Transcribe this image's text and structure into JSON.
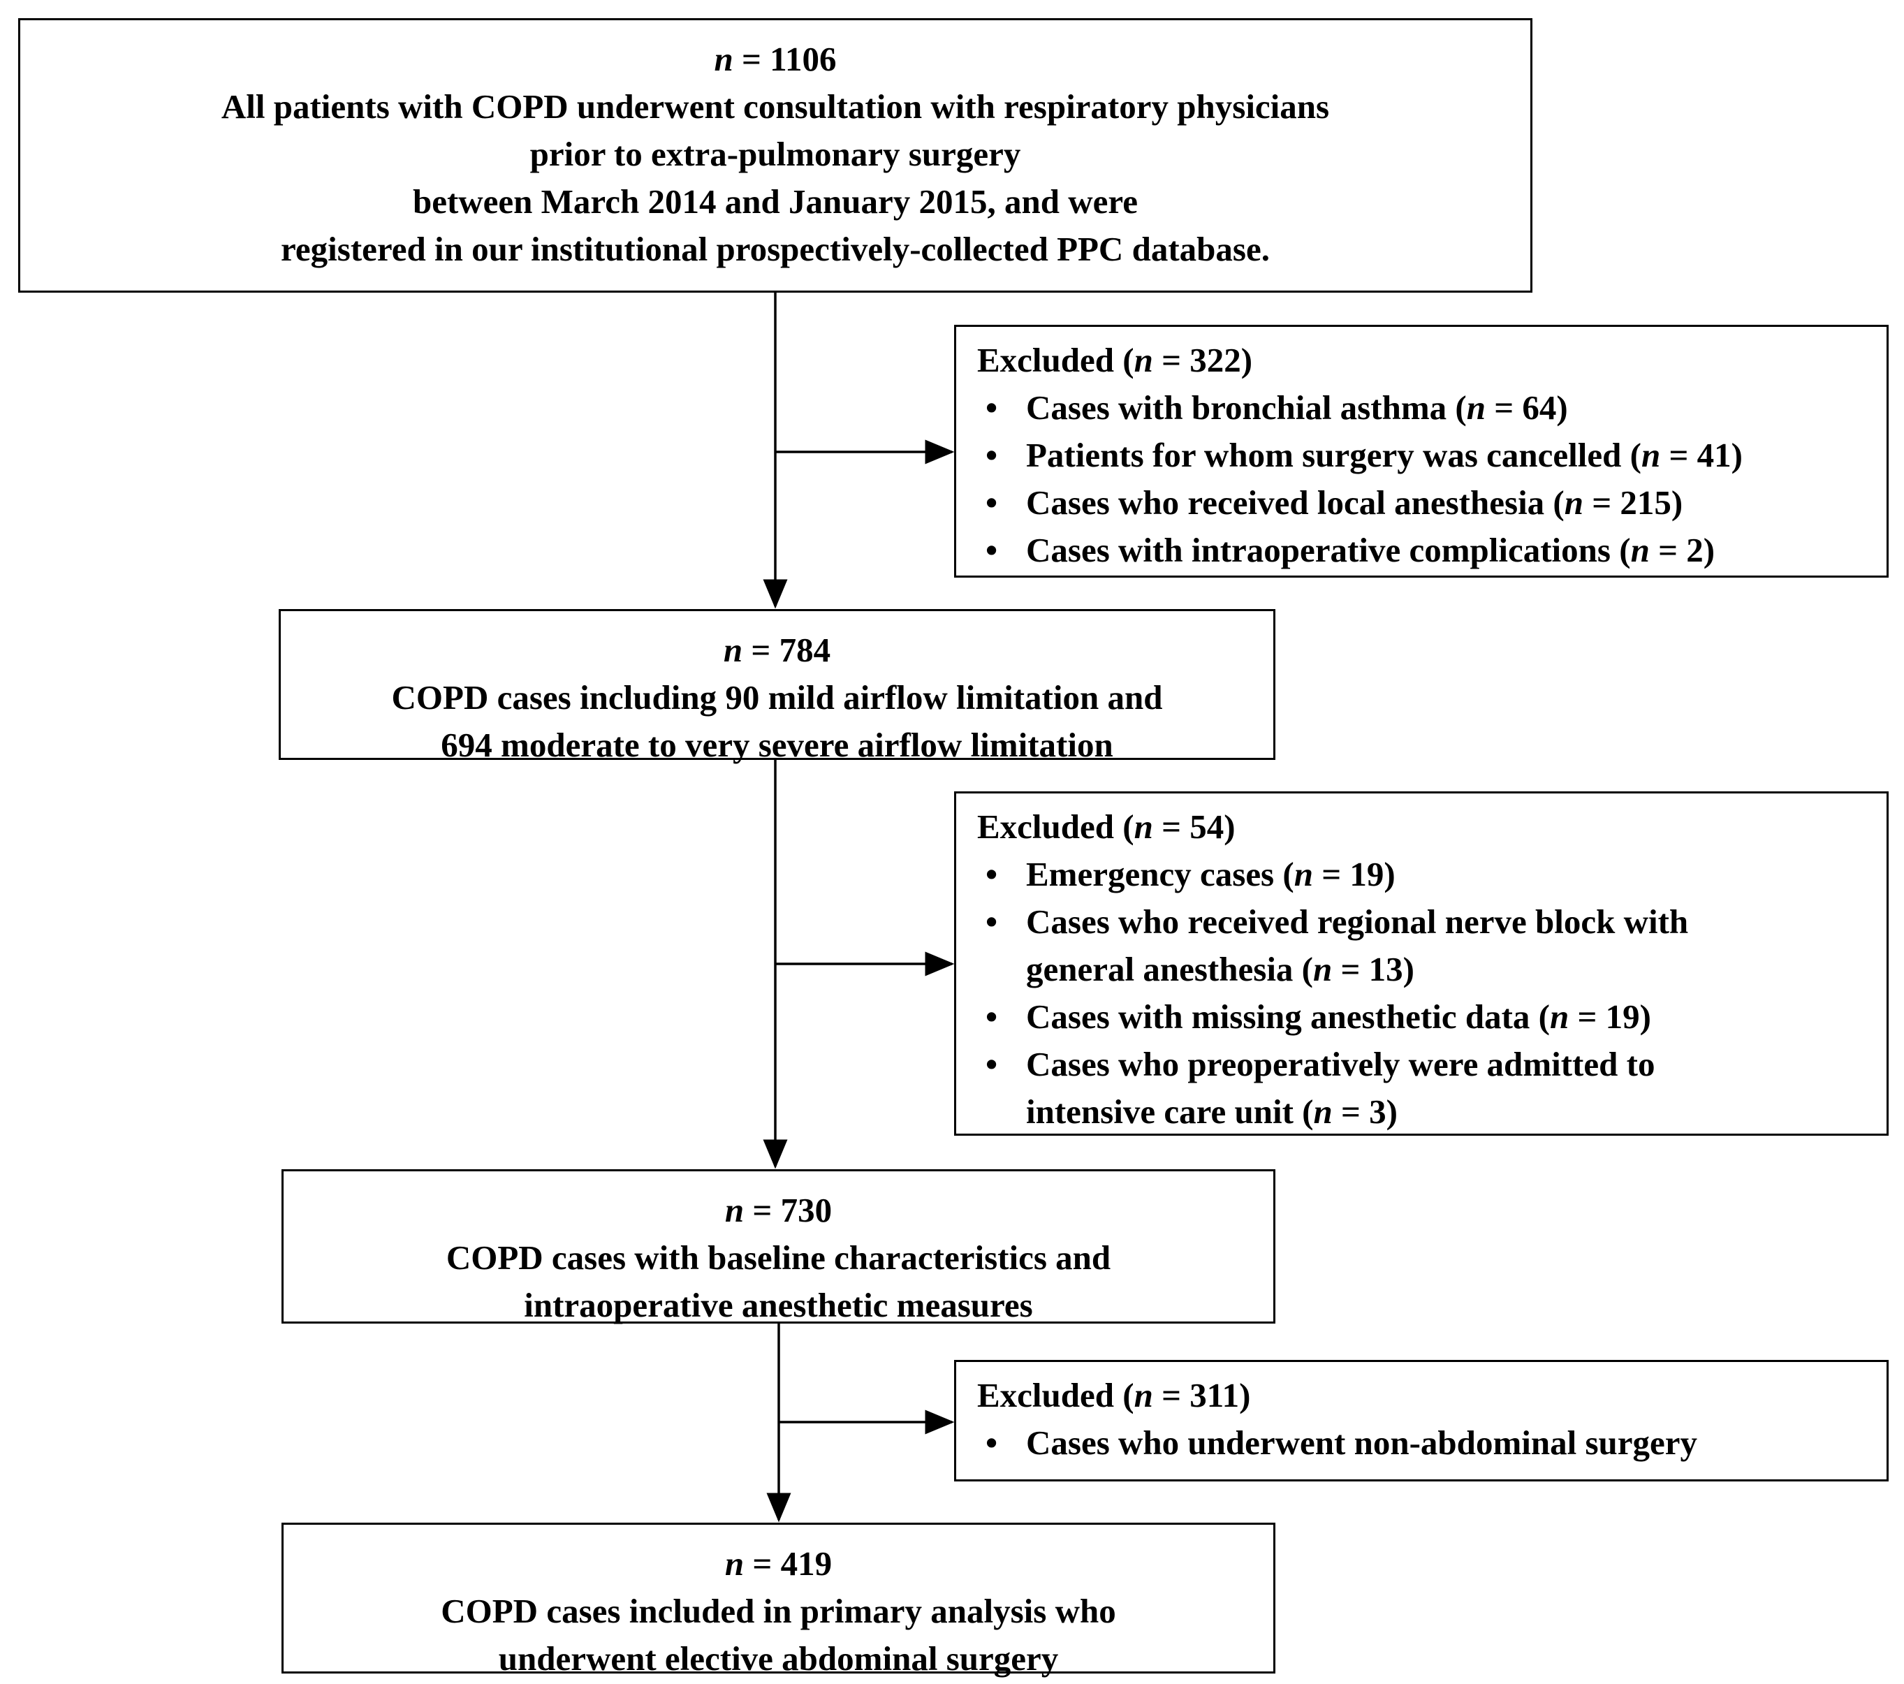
{
  "boxes": {
    "b1": {
      "n_label": "n",
      "n_value": " = 1106",
      "lines": [
        "All patients with COPD underwent consultation with respiratory physicians",
        "prior to extra-pulmonary surgery",
        "between March 2014 and January 2015, and were",
        "registered in our institutional prospectively-collected PPC database."
      ]
    },
    "b2": {
      "n_label": "n",
      "n_value": " = 784",
      "lines": [
        "COPD cases including 90 mild airflow limitation and",
        "694 moderate to very severe airflow limitation"
      ]
    },
    "b3": {
      "n_label": "n",
      "n_value": " = 730",
      "lines": [
        "COPD cases with baseline characteristics and",
        "intraoperative anesthetic measures"
      ]
    },
    "b4": {
      "n_label": "n",
      "n_value": " = 419",
      "lines": [
        "COPD cases included in primary analysis who",
        "underwent elective abdominal surgery"
      ]
    }
  },
  "exclusions": {
    "e1": {
      "head_pre": "Excluded (",
      "n_label": "n",
      "head_post": " = 322)",
      "bullet": "•",
      "items": [
        {
          "pre": "Cases with bronchial asthma (",
          "n": "n",
          "post": " = 64)"
        },
        {
          "pre": "Patients for whom surgery was cancelled (",
          "n": "n",
          "post": " = 41)"
        },
        {
          "pre": "Cases who received local anesthesia (",
          "n": "n",
          "post": " = 215)"
        },
        {
          "pre": "Cases with intraoperative complications (",
          "n": "n",
          "post": " = 2)"
        }
      ]
    },
    "e2": {
      "head_pre": "Excluded (",
      "n_label": "n",
      "head_post": " = 54)",
      "bullet": "•",
      "items": [
        {
          "pre": "Emergency cases (",
          "n": "n",
          "post": " = 19)"
        },
        {
          "pre": "Cases who received regional nerve block with",
          "pre2": "general anesthesia (",
          "n": "n",
          "post": " = 13)"
        },
        {
          "pre": "Cases with missing anesthetic data (",
          "n": "n",
          "post": " = 19)"
        },
        {
          "pre": "Cases who preoperatively were admitted to",
          "pre2": "intensive care unit (",
          "n": "n",
          "post": " = 3)"
        }
      ]
    },
    "e3": {
      "head_pre": "Excluded (",
      "n_label": "n",
      "head_post": " = 311)",
      "bullet": "•",
      "items": [
        {
          "pre": "Cases who underwent non-abdominal surgery",
          "n": "",
          "post": ""
        }
      ]
    }
  },
  "colors": {
    "line": "#000000",
    "background": "#ffffff",
    "text": "#000000"
  }
}
